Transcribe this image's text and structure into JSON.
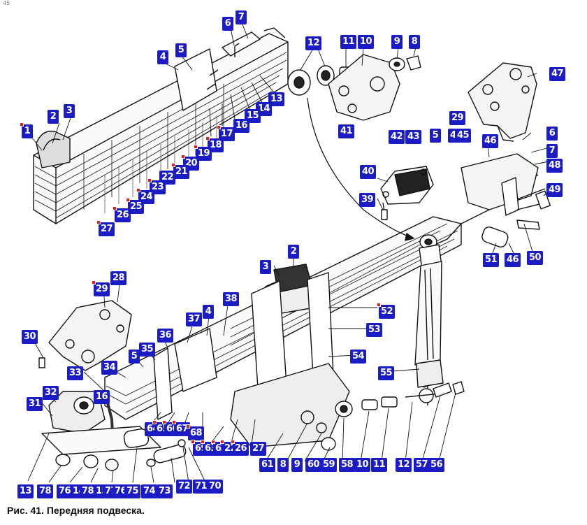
{
  "caption": "Рис. 41. Передняя подвеска.",
  "corner_mark": "45",
  "colors": {
    "label_bg": "#1c1cc4",
    "label_fg": "#ffffff",
    "marker": "#e02020",
    "line": "#111111"
  },
  "labels": [
    "1",
    "2",
    "3",
    "4",
    "5",
    "6",
    "7",
    "13",
    "14",
    "15",
    "16",
    "17",
    "18",
    "19",
    "20",
    "21",
    "22",
    "23",
    "24",
    "25",
    "26",
    "27",
    "12",
    "11",
    "10",
    "9",
    "8",
    "41",
    "47",
    "42",
    "43",
    "5",
    "44",
    "45",
    "29",
    "6",
    "46",
    "7",
    "48",
    "49",
    "40",
    "39",
    "50",
    "46",
    "51",
    "2",
    "3",
    "52",
    "53",
    "54",
    "55",
    "38",
    "37",
    "4",
    "36",
    "35",
    "5",
    "34",
    "33",
    "16",
    "29",
    "28",
    "30",
    "31",
    "32",
    "13",
    "78",
    "76",
    "14",
    "78",
    "15",
    "77",
    "76",
    "75",
    "74",
    "73",
    "72",
    "71",
    "70",
    "64",
    "65",
    "66",
    "67",
    "68",
    "69",
    "63",
    "62",
    "22",
    "26",
    "27",
    "61",
    "8",
    "9",
    "60",
    "59",
    "58",
    "10",
    "11",
    "12",
    "57",
    "56"
  ]
}
